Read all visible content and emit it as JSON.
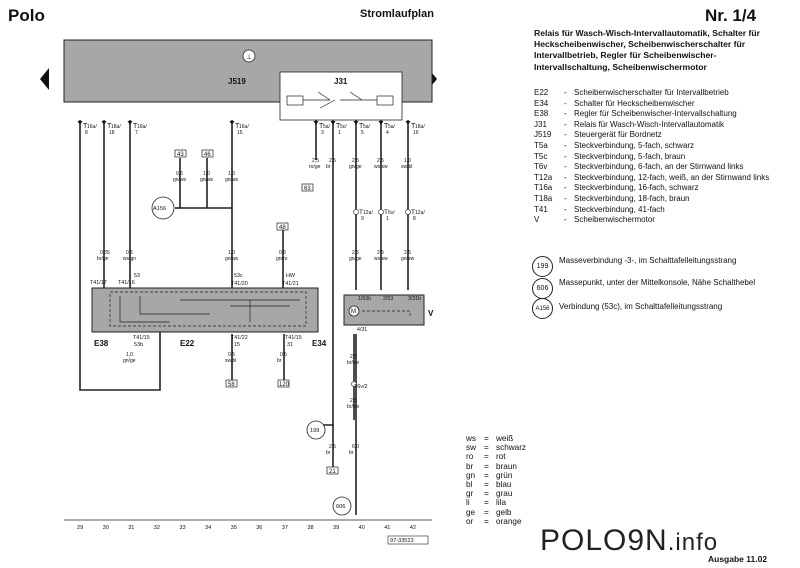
{
  "header": {
    "brand": "Polo",
    "title": "Stromlaufplan",
    "page": "Nr. 1/4"
  },
  "description": "Relais für Wasch-Wisch-Intervallautomatik, Schalter für Heckscheibenwischer, Scheibenwischerschalter für Intervallbetrieb, Regler für Scheibenwischer-Intervallschaltung, Scheibenwischermotor",
  "legend": [
    {
      "code": "E22",
      "text": "Scheibenwischerschalter für Intervallbetrieb"
    },
    {
      "code": "E34",
      "text": "Schalter für Heckscheibenwischer"
    },
    {
      "code": "E38",
      "text": "Regler für Scheibenwischer-Intervallschaltung"
    },
    {
      "code": "J31",
      "text": "Relais für Wasch-Wisch-Intervallautomatik"
    },
    {
      "code": "J519",
      "text": "Steuergerät für Bordnetz"
    },
    {
      "code": "T5a",
      "text": "Steckverbindung, 5-fach, schwarz"
    },
    {
      "code": "T5c",
      "text": "Steckverbindung, 5-fach, braun"
    },
    {
      "code": "T6v",
      "text": "Steckverbindung, 6-fach, an der Stirnwand links"
    },
    {
      "code": "T12a",
      "text": "Steckverbindung, 12-fach, weiß, an der Stirnwand links"
    },
    {
      "code": "T16a",
      "text": "Steckverbindung, 16-fach, schwarz"
    },
    {
      "code": "T18a",
      "text": "Steckverbindung, 18-fach, braun"
    },
    {
      "code": "T41",
      "text": "Steckverbindung, 41-fach"
    },
    {
      "code": "V",
      "text": "Scheibenwischermotor"
    }
  ],
  "grounds": [
    {
      "code": "199",
      "text": "Masseverbindung -3-, im Schalttafelleitungsstrang"
    },
    {
      "code": "606",
      "text": "Massepunkt, unter der Mittelkonsole, Nähe Schalthebel"
    },
    {
      "code": "A156",
      "text": "Verbindung (53c), im Schalttafelleitungsstrang"
    }
  ],
  "colors": [
    {
      "abbr": "ws",
      "name": "weiß"
    },
    {
      "abbr": "sw",
      "name": "schwarz"
    },
    {
      "abbr": "ro",
      "name": "rot"
    },
    {
      "abbr": "br",
      "name": "braun"
    },
    {
      "abbr": "gn",
      "name": "grün"
    },
    {
      "abbr": "bl",
      "name": "blau"
    },
    {
      "abbr": "gr",
      "name": "grau"
    },
    {
      "abbr": "li",
      "name": "lila"
    },
    {
      "abbr": "ge",
      "name": "gelb"
    },
    {
      "abbr": "or",
      "name": "orange"
    }
  ],
  "diagram": {
    "j519_label": "J519",
    "j31_label": "J31",
    "connectors_top": [
      {
        "t": "T16a/",
        "p": "8"
      },
      {
        "t": "T18a/",
        "p": "18"
      },
      {
        "t": "T16a/",
        "p": "7"
      },
      {
        "t": "T16a/",
        "p": "15"
      },
      {
        "t": "T5a/",
        "p": "3"
      },
      {
        "t": "T5c/",
        "p": "1"
      },
      {
        "t": "T5a/",
        "p": "5"
      },
      {
        "t": "T5a/",
        "p": "4"
      },
      {
        "t": "T18a/",
        "p": "16"
      }
    ],
    "wires_upper": [
      {
        "g": "2,5",
        "c": "ro/ge"
      },
      {
        "g": "2,5",
        "c": "br"
      },
      {
        "g": "2,5",
        "c": "gn/ge"
      },
      {
        "g": "2,5",
        "c": "ws/sw"
      },
      {
        "g": "1,0",
        "c": "sw/bl"
      }
    ],
    "t12": [
      {
        "t": "T12a/",
        "p": "9"
      },
      {
        "t": "T6v/",
        "p": "1"
      },
      {
        "t": "T12a/",
        "p": "8"
      }
    ],
    "wires_mid": [
      {
        "g": "2,5",
        "c": "gn/ge"
      },
      {
        "g": "2,5",
        "c": "ws/sw"
      },
      {
        "g": "2,5",
        "c": "gn/sw"
      }
    ],
    "wires_left": [
      {
        "g": "0,35",
        "c": "br/gn"
      },
      {
        "g": "0,5",
        "c": "ws/gn"
      },
      {
        "g": "1,0",
        "c": "gn/ws"
      },
      {
        "g": "0,5",
        "c": "gn/ro"
      }
    ],
    "small_wires": [
      {
        "g": "0,5",
        "c": "gn/ws"
      },
      {
        "g": "1,0",
        "c": "gn/ws"
      },
      {
        "g": "1,0",
        "c": "gn/ws"
      }
    ],
    "refs": {
      "r43": "43",
      "r46": "46",
      "r48": "48",
      "r63": "63",
      "r58": "58",
      "r120": "120",
      "r21": "21"
    },
    "a156": "A156",
    "g199": "199",
    "g606": "606",
    "switch_labels": {
      "t41_17": "T41/17",
      "t41_16": "T41/16",
      "n53": "53",
      "n53c": "53c",
      "t41_20": "T41/20",
      "hw": "HW",
      "t41_21": "T41/21",
      "t41_15": "T41/15",
      "n53b": "53b",
      "t41_22": "T41/22",
      "n15": "15",
      "t41_15b": "T41/15",
      "n31": "31",
      "e38": "E38",
      "e22": "E22",
      "e34": "E34"
    },
    "motor": {
      "m": "M",
      "p1": "1/53b",
      "p2": "2/53",
      "p3": "3/31b",
      "p4": "4/31",
      "v": "V"
    },
    "wires_low": [
      {
        "g": "1,0",
        "c": "gn/ge"
      },
      {
        "g": "0,5",
        "c": "sw/bl"
      },
      {
        "g": "0,5",
        "c": "br"
      },
      {
        "g": "2,5",
        "c": "br/sw"
      },
      {
        "g": "2,5",
        "c": "br/sw"
      },
      {
        "g": "2,5",
        "c": "br"
      },
      {
        "g": "6,0",
        "c": "br"
      }
    ],
    "t6v2": "T6v/2",
    "columns": [
      "29",
      "30",
      "31",
      "32",
      "33",
      "34",
      "35",
      "36",
      "37",
      "38",
      "39",
      "40",
      "41",
      "42"
    ],
    "drawing_id": "97-33523"
  },
  "footer": {
    "logo": "POLO9N",
    "logo_sub": ".info",
    "edition": "Ausgabe 11.02"
  }
}
